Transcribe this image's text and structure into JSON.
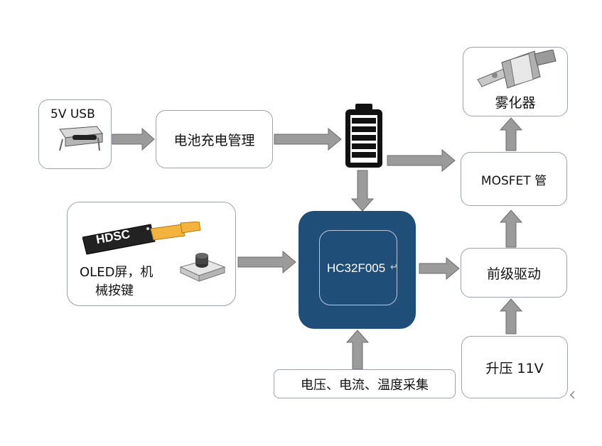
{
  "nodes": {
    "usb": {
      "label": "5V USB"
    },
    "charge": {
      "label": "电池充电管理"
    },
    "oled": {
      "label_line1": "OLED屏，机",
      "label_line2": "械按键",
      "logo": "HDSC"
    },
    "mcu": {
      "label": "HC32F005",
      "cursor_glyph": "↵"
    },
    "atomizer": {
      "label": "雾化器"
    },
    "mosfet": {
      "label": "MOSFET 管"
    },
    "predriver": {
      "label": "前级驱动"
    },
    "sense": {
      "label": "电压、电流、温度采集"
    },
    "boost": {
      "label": "升压 11V"
    }
  },
  "colors": {
    "arrow": "#9b9b9b",
    "arrow_stroke": "#6e6e6e",
    "box_border": "#9aa2ad",
    "mcu_fill": "#1f4e79",
    "mcu_inner_border": "#b9c7d8"
  },
  "icons": [
    "usb-c-connector-icon",
    "battery-icon",
    "oled-module-icon",
    "tact-switch-icon",
    "atomizer-icon"
  ]
}
